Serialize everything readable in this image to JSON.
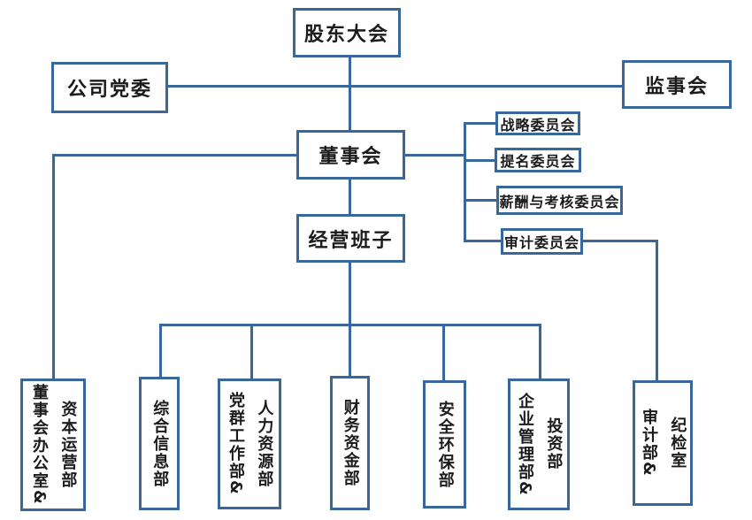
{
  "diagram": {
    "type": "org-chart",
    "accent_color": "#38679B",
    "text_color": "#1b1b1b",
    "background_color": "#ffffff",
    "nodes": {
      "shareholders_meeting": {
        "label": "股东大会"
      },
      "company_party_committee": {
        "label": "公司党委"
      },
      "supervisory_board": {
        "label": "监事会"
      },
      "board_of_directors": {
        "label": "董事会"
      },
      "strategy_committee": {
        "label": "战略委员会"
      },
      "nomination_committee": {
        "label": "提名委员会"
      },
      "compensation_assessment_committee": {
        "label": "薪酬与考核委员会"
      },
      "audit_committee": {
        "label": "审计委员会"
      },
      "management_team": {
        "label": "经营班子"
      },
      "board_office_capital_operations_dept": {
        "label": "董事会办公室&\n资本运营部"
      },
      "general_information_dept": {
        "label": "综合信息部"
      },
      "party_mass_work_hr_dept": {
        "label": "党群工作部&\n人力资源部"
      },
      "finance_funds_dept": {
        "label": "财务资金部"
      },
      "safety_environment_dept": {
        "label": "安全环保部"
      },
      "enterprise_mgmt_investment_dept": {
        "label": "企业管理部&\n投资部"
      },
      "audit_discipline_dept": {
        "label": "审计部&\n纪检室"
      }
    },
    "edges": [
      {
        "from": "股东大会",
        "to": "董事会"
      },
      {
        "from": "公司党委",
        "to": "监事会"
      },
      {
        "from": "董事会",
        "to": "战略委员会"
      },
      {
        "from": "董事会",
        "to": "提名委员会"
      },
      {
        "from": "董事会",
        "to": "薪酬与考核委员会"
      },
      {
        "from": "董事会",
        "to": "审计委员会"
      },
      {
        "from": "董事会",
        "to": "董事会办公室&资本运营部"
      },
      {
        "from": "董事会",
        "to": "经营班子"
      },
      {
        "from": "审计委员会",
        "to": "审计部&纪检室"
      },
      {
        "from": "经营班子",
        "to": "综合信息部"
      },
      {
        "from": "经营班子",
        "to": "党群工作部&人力资源部"
      },
      {
        "from": "经营班子",
        "to": "财务资金部"
      },
      {
        "from": "经营班子",
        "to": "安全环保部"
      },
      {
        "from": "经营班子",
        "to": "企业管理部&投资部"
      }
    ]
  }
}
